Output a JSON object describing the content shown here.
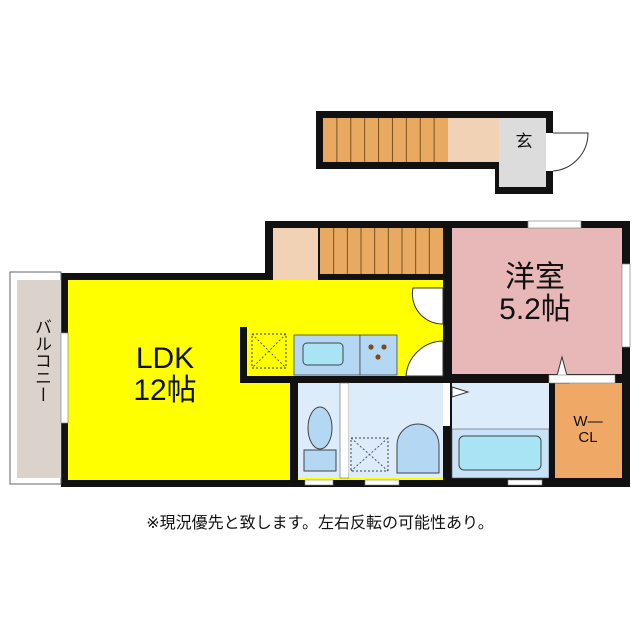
{
  "rooms": {
    "ldk": {
      "name": "LDK",
      "size": "12帖"
    },
    "western": {
      "name": "洋室",
      "size": "5.2帖"
    },
    "entrance": "玄",
    "balcony": "バルコニー",
    "wcl": {
      "line1": "W—",
      "line2": "CL"
    }
  },
  "caption": "※現況優先と致します。左右反転の可能性あり。",
  "colors": {
    "ldk": "#ffff00",
    "western": "#e8b8b8",
    "stairs": "#e8aa60",
    "landing": "#f2d2b4",
    "entrance": "#dcdcdc",
    "wet": "#dcecfa",
    "wcl": "#f0a866",
    "balcony": "#dcd2cc"
  }
}
